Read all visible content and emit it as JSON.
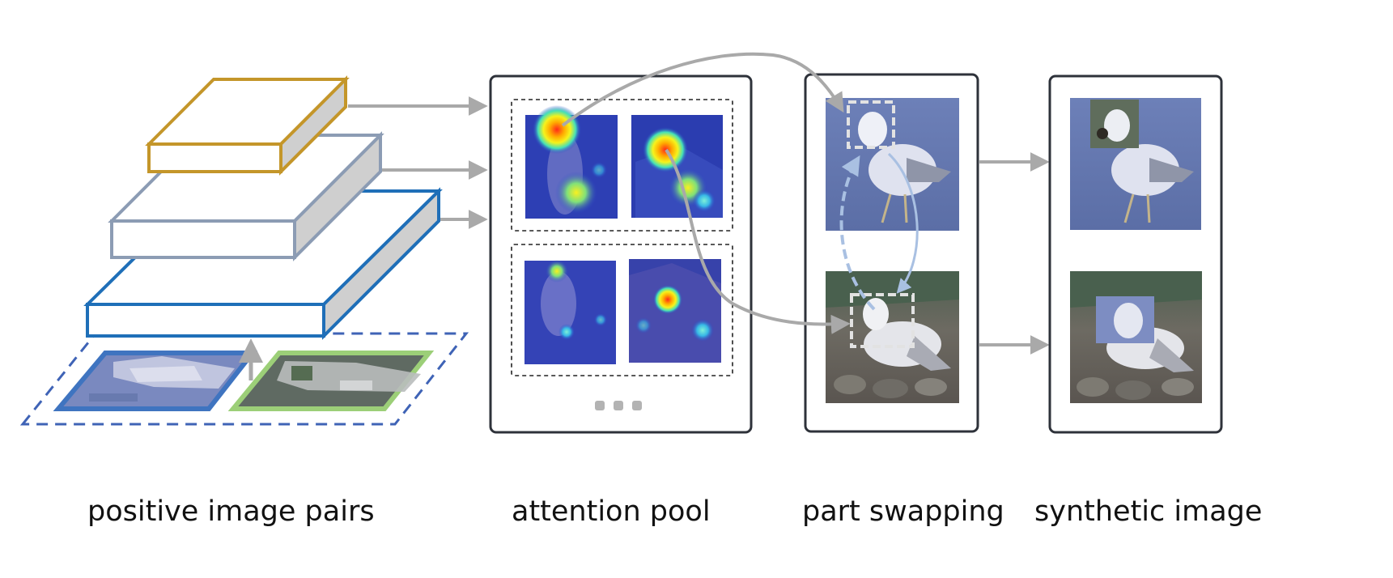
{
  "labels": {
    "positive_pairs": "positive image pairs",
    "attention_pool": "attention pool",
    "part_swapping": "part swapping",
    "synthetic_image": "synthetic image"
  },
  "colors": {
    "layer_top": "#c4962a",
    "layer_middle": "#8c9cb4",
    "layer_bottom": "#1f6fb8",
    "layer_side": "#cfcfcf",
    "arrow": "#a9a9a9",
    "pair_left_border": "#3f74c0",
    "pair_right_border": "#9ccf78",
    "swap_arrow": "#a9c0e2",
    "panel_border": "#2e323a"
  },
  "icons": {
    "ellipsis": "three-dots-icon"
  }
}
